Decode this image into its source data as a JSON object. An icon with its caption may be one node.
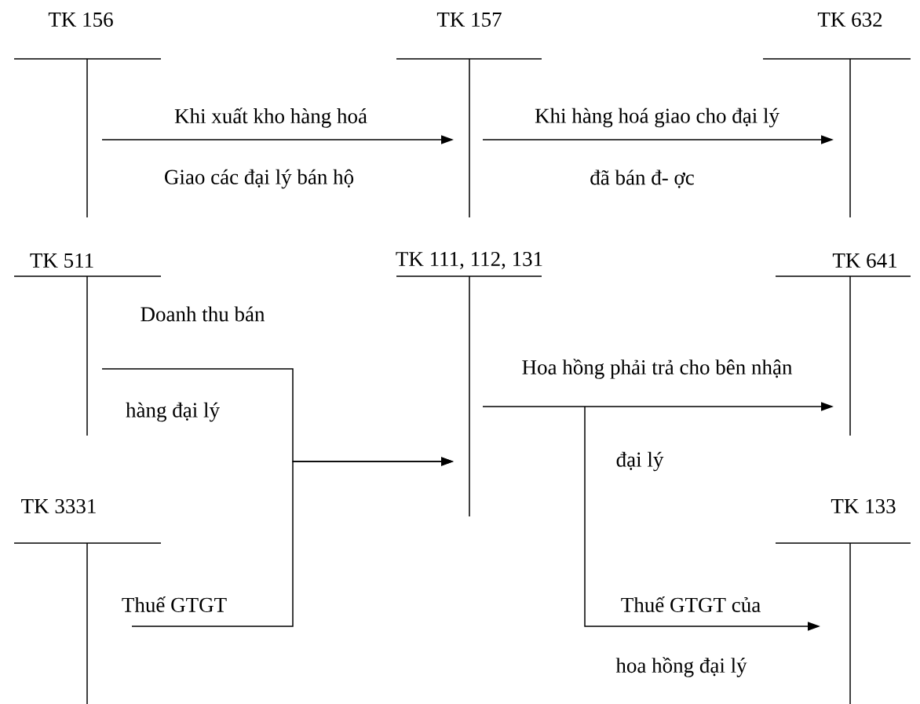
{
  "diagram": {
    "nodes": [
      {
        "text": [
          "TK 156"
        ]
      },
      {
        "text": [
          "TK 157"
        ]
      },
      {
        "text": [
          "TK 632"
        ]
      },
      {
        "text": [
          "TK 511"
        ]
      },
      {
        "text": [
          "TK 111, 112, 131"
        ]
      },
      {
        "text": [
          "TK 641"
        ]
      },
      {
        "text": [
          "TK 3331"
        ]
      },
      {
        "text": [
          "TK 133"
        ]
      }
    ],
    "edges": [
      {
        "from": 0,
        "to": 1,
        "arrow": "to",
        "label": "Khi xuất kho hàng hoá"
      },
      {
        "from": 1,
        "to": 2,
        "arrow": "to",
        "label": "Khi hàng hoá giao cho đại lý"
      },
      {
        "from": 3,
        "to": 4,
        "arrow": "to",
        "label": "Doanh thu bán"
      },
      {
        "from": 6,
        "to": 4,
        "arrow": "to",
        "label": "Thuế GTGT"
      },
      {
        "from": 4,
        "to": 5,
        "arrow": "to",
        "label": "Hoa hồng phải trả cho bên nhận"
      },
      {
        "from": 4,
        "to": 7,
        "arrow": "to",
        "label": "Thuế GTGT của"
      }
    ],
    "labels": [
      "Giao các đại lý bán hộ",
      "đã bán đ- ợc",
      "hàng đại lý",
      "đại lý",
      "hoa hồng đại lý"
    ]
  }
}
